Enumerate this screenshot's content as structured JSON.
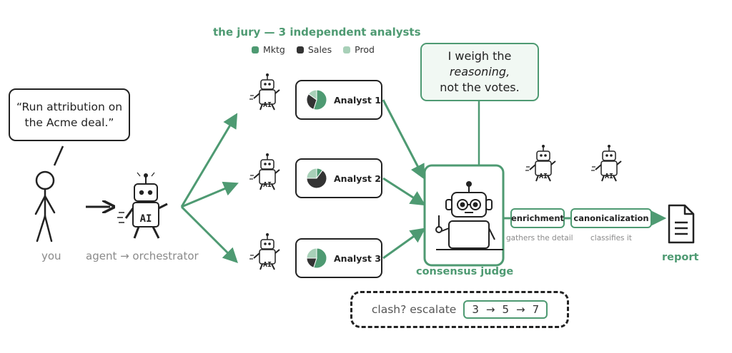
{
  "jury": {
    "title": "the jury — 3 independent analysts",
    "legend": [
      {
        "label": "Mktg",
        "color": "#4e9a72"
      },
      {
        "label": "Sales",
        "color": "#333333"
      },
      {
        "label": "Prod",
        "color": "#a8d0b8"
      }
    ]
  },
  "user": {
    "quote": "“Run attribution on the Acme deal.”",
    "label": "you"
  },
  "agent": {
    "label": "agent → orchestrator",
    "badge": "AI"
  },
  "analysts": [
    {
      "name": "Analyst 1",
      "badge": "AI",
      "shares": {
        "mktg": 0.55,
        "sales": 0.3,
        "prod": 0.15
      }
    },
    {
      "name": "Analyst 2",
      "badge": "AI",
      "shares": {
        "mktg": 0.1,
        "sales": 0.65,
        "prod": 0.25
      }
    },
    {
      "name": "Analyst 3",
      "badge": "AI",
      "shares": {
        "mktg": 0.55,
        "sales": 0.2,
        "prod": 0.25
      }
    }
  ],
  "judge": {
    "speech_line1": "I weigh the",
    "speech_line2": "reasoning,",
    "speech_line3": "not the votes.",
    "label": "consensus judge"
  },
  "pipeline": {
    "enrichment": {
      "label": "enrichment",
      "caption": "gathers the detail",
      "badge": "AI"
    },
    "canonicalization": {
      "label": "canonicalization",
      "caption": "classifies it",
      "badge": "AI"
    },
    "report": {
      "label": "report"
    }
  },
  "escalation": {
    "label": "clash? escalate",
    "steps": [
      "3",
      "5",
      "7"
    ],
    "arrow": "→"
  },
  "colors": {
    "accent": "#4e9a72",
    "ink": "#222222",
    "muted": "#8a8a8a",
    "light": "#a8d0b8"
  }
}
